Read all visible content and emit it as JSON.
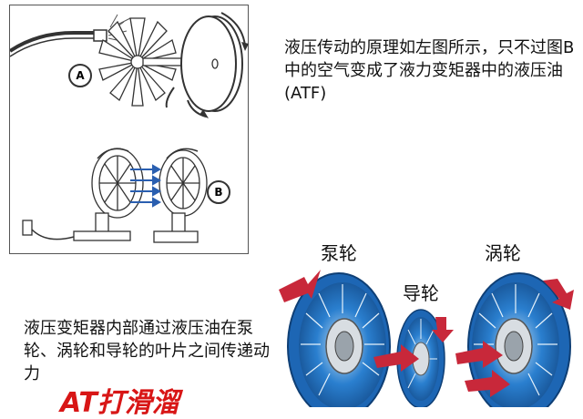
{
  "diagram": {
    "label_a": "A",
    "label_b": "B",
    "description_top": "液压传动的原理如左图所示，只不过图B中的空气变成了液力变矩器中的液压油(ATF)",
    "description_bottom": "液压变矩器内部通过液压油在泵轮、涡轮和导轮的叶片之间传递动力",
    "pump_label": "泵轮",
    "stator_label": "导轮",
    "turbine_label": "涡轮",
    "red_caption": "AT打滑溜",
    "colors": {
      "blade_blue": "#2a7fcf",
      "red_arrow": "#c8283a",
      "outline": "#333333"
    }
  }
}
